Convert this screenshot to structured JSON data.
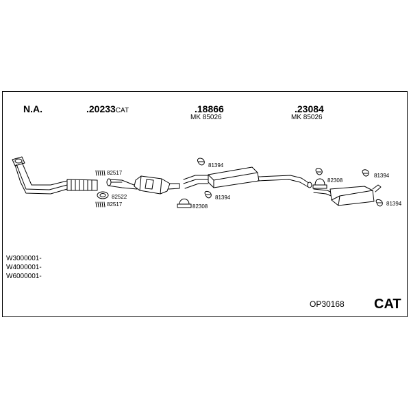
{
  "sheet": {
    "code": "OP30168",
    "type_badge": "CAT"
  },
  "sections": [
    {
      "ref": "N.A.",
      "ref_suffix": "",
      "kit": ""
    },
    {
      "ref": ".20233",
      "ref_suffix": "CAT",
      "kit": ""
    },
    {
      "ref": ".18866",
      "ref_suffix": "",
      "kit": "MK  85026"
    },
    {
      "ref": ".23084",
      "ref_suffix": "",
      "kit": "MK  85026"
    }
  ],
  "parts": {
    "spring_a": "82517",
    "gasket": "82522",
    "spring_b": "82517",
    "rubber_1": "81394",
    "rubber_2": "81394",
    "clamp_1": "82308",
    "clamp_2": "82308",
    "rubber_3": "81394",
    "rubber_4": "81394"
  },
  "variants": [
    "W3000001-",
    "W4000001-",
    "W6000001-"
  ]
}
